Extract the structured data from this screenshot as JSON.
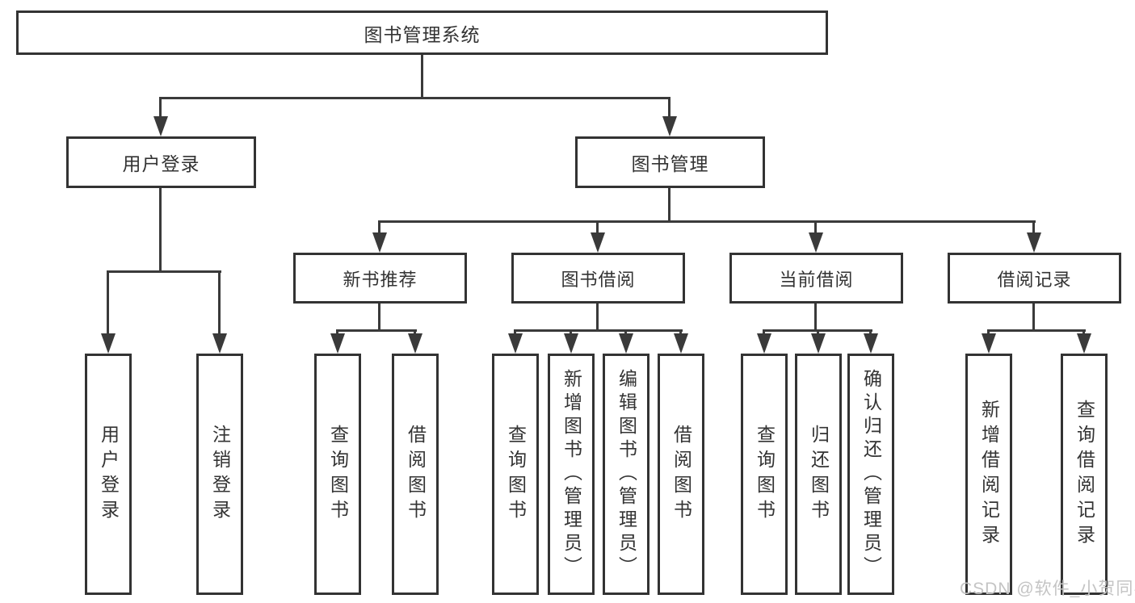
{
  "diagram": {
    "type": "tree",
    "root": {
      "label": "图书管理系统"
    },
    "branches": [
      {
        "label": "用户登录",
        "children": [
          {
            "label": "用户登录"
          },
          {
            "label": "注销登录"
          }
        ]
      },
      {
        "label": "图书管理",
        "children": [
          {
            "label": "新书推荐",
            "children": [
              {
                "label": "查询图书"
              },
              {
                "label": "借阅图书"
              }
            ]
          },
          {
            "label": "图书借阅",
            "children": [
              {
                "label": "查询图书"
              },
              {
                "label": "新增图书（管理员）"
              },
              {
                "label": "编辑图书（管理员）"
              },
              {
                "label": "借阅图书"
              }
            ]
          },
          {
            "label": "当前借阅",
            "children": [
              {
                "label": "查询图书"
              },
              {
                "label": "归还图书"
              },
              {
                "label": "确认归还（管理员）"
              }
            ]
          },
          {
            "label": "借阅记录",
            "children": [
              {
                "label": "新增借阅记录"
              },
              {
                "label": "查询借阅记录"
              }
            ]
          }
        ]
      }
    ]
  },
  "watermark": {
    "text": "CSDN @软件_小贺同学"
  },
  "colors": {
    "line": "#3a3a3a",
    "border": "#333333",
    "text": "#333333",
    "background": "#ffffff",
    "watermark": "#c4c4c4"
  }
}
